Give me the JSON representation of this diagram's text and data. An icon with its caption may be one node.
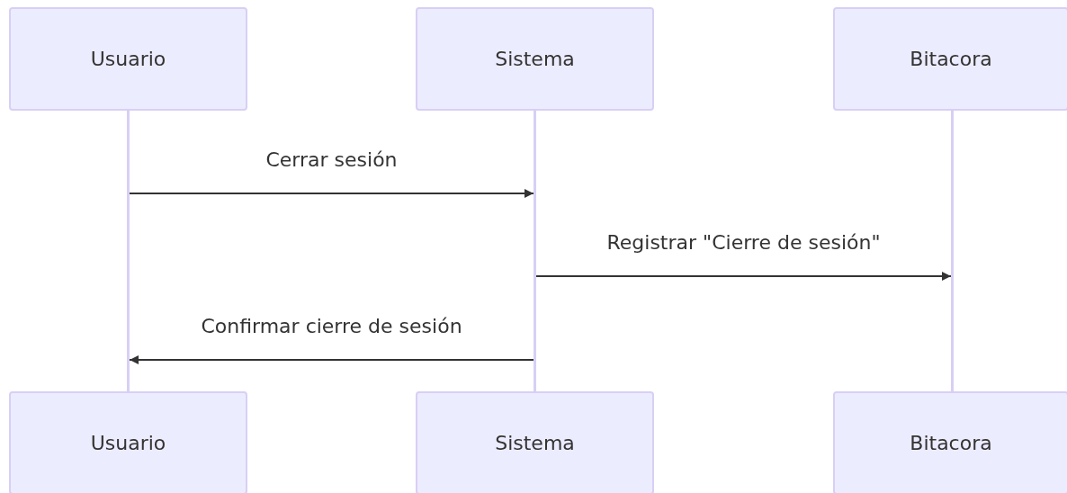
{
  "diagram": {
    "nodes": [
      {
        "text": [
          "Usuario"
        ]
      },
      {
        "text": [
          "Sistema"
        ]
      },
      {
        "text": [
          "Bitacora"
        ]
      },
      {
        "text": [
          "Usuario"
        ]
      },
      {
        "text": [
          "Sistema"
        ]
      },
      {
        "text": [
          "Bitacora"
        ]
      },
      {
        "text": [],
        "shape": "bar"
      },
      {
        "text": [],
        "shape": "bar"
      },
      {
        "text": [],
        "shape": "bar"
      }
    ],
    "edges": [
      {
        "from": 6,
        "to": 7,
        "arrow": "to",
        "label": "Cerrar sesión"
      },
      {
        "from": 7,
        "to": 8,
        "arrow": "to",
        "label": "Registrar \"Cierre de sesión\""
      },
      {
        "from": 7,
        "to": 6,
        "arrow": "to",
        "label": "Confirmar cierre de sesión"
      }
    ]
  }
}
